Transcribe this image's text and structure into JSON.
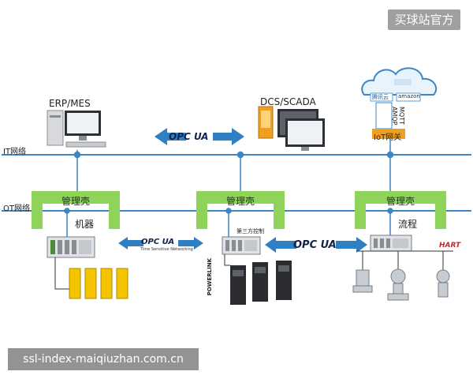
{
  "watermark_top": "买球站官方",
  "watermark_bottom": "ssl-index-maiqiuzhan.com.cn",
  "nodes": {
    "erp": "ERP/MES",
    "dcs": "DCS/SCADA",
    "iot_gateway": "IoT网关",
    "third_party": "第三方控制",
    "powerlink": "POWERLINK"
  },
  "networks": {
    "it": "IT网络",
    "ot": "OT网络"
  },
  "shells": [
    {
      "title": "管理壳",
      "label": "机器"
    },
    {
      "title": "管理壳",
      "label": ""
    },
    {
      "title": "管理壳",
      "label": "流程"
    }
  ],
  "opc_ua": [
    "OPC UA",
    "OPC UA",
    "OPC UA"
  ],
  "opc_ua_tsn_caption": "Time Sensitive Networking",
  "cloud": {
    "protocols": [
      "MQTT",
      "AMQP"
    ],
    "providers": [
      "腾讯云",
      "amazon"
    ]
  },
  "protocol_logos": [
    "HART"
  ],
  "colors": {
    "network_line": "#3d86c6",
    "shell_green": "#8fd35a",
    "arrow_blue": "#2f7fc4",
    "gateway_orange": "#f0a020"
  }
}
